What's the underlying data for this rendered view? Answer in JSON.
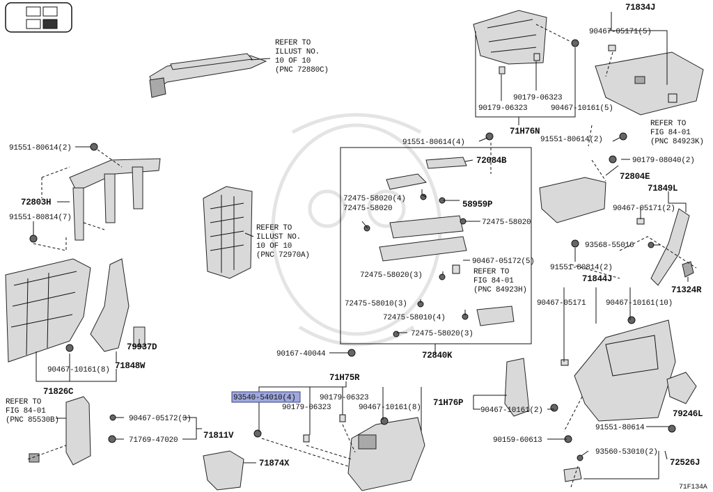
{
  "figure_id": "71F134A",
  "highlighted_part": "93540-54010(4)",
  "refer_notes": {
    "handle": [
      "REFER TO",
      "ILLUST NO.",
      "10 OF 10",
      "(PNC 72880C)"
    ],
    "switch": [
      "REFER TO",
      "ILLUST NO.",
      "10 OF 10",
      "(PNC 72970A)"
    ],
    "panel_top": [
      "REFER TO",
      "FIG 84-01",
      "(PNC 84923K)"
    ],
    "box": [
      "REFER TO",
      "FIG 84-01",
      "(PNC 84923H)"
    ],
    "lower_left": [
      "REFER TO",
      "FIG 84-01",
      "(PNC 85530B)"
    ]
  },
  "labels": {
    "p71834J": "71834J",
    "p90467_05171_5": "90467-05171(5)",
    "p90179_06323_a": "90179-06323",
    "p90179_06323_b": "90179-06323",
    "p90467_10161_5": "90467-10161(5)",
    "p71H76N": "71H76N",
    "p91551_80614_4": "91551-80614(4)",
    "p91551_80614_2r": "91551-80614(2)",
    "p90179_08040_2": "90179-08040(2)",
    "p72804E": "72804E",
    "p71849L": "71849L",
    "p90467_05171_2": "90467-05171(2)",
    "p93568_55016": "93568-55016",
    "p91551_80814_2": "91551-80814(2)",
    "p71324R": "71324R",
    "p71844J": "71844J",
    "p90467_05171": "90467-05171",
    "p90467_10161_10": "90467-10161(10)",
    "p72084B": "72084B",
    "p72475_58020_4": "72475-58020(4)",
    "p72475_58020_a": "72475-58020",
    "p58959P": "58959P",
    "p72475_58020_r": "72475-58020",
    "p90467_05172_5": "90467-05172(5)",
    "p72475_58020_3a": "72475-58020(3)",
    "p72475_58010_3": "72475-58010(3)",
    "p72475_58010_4": "72475-58010(4)",
    "p72475_58020_3b": "72475-58020(3)",
    "p72840K": "72840K",
    "p90167_40044": "90167-40044",
    "p71H75R": "71H75R",
    "p93540_54010_4": "93540-54010(4)",
    "p90179_06323_c": "90179-06323",
    "p90179_06323_d": "90179-06323",
    "p90467_10161_8b": "90467-10161(8)",
    "p71H76P": "71H76P",
    "p90467_10161_2": "90467-10161(2)",
    "p79246L": "79246L",
    "p91551_80614_r": "91551-80614",
    "p90159_60613": "90159-60613",
    "p93560_53010_2": "93560-53010(2)",
    "p72526J": "72526J",
    "p91551_80614_2l": "91551-80614(2)",
    "p72803H": "72803H",
    "p91551_80814_7": "91551-80814(7)",
    "p79937D": "79937D",
    "p90467_10161_8": "90467-10161(8)",
    "p71848W": "71848W",
    "p71826C": "71826C",
    "p90467_05172_3": "90467-05172(3)",
    "p71811V": "71811V",
    "p71769_47020": "71769-47020",
    "p71874X": "71874X"
  }
}
